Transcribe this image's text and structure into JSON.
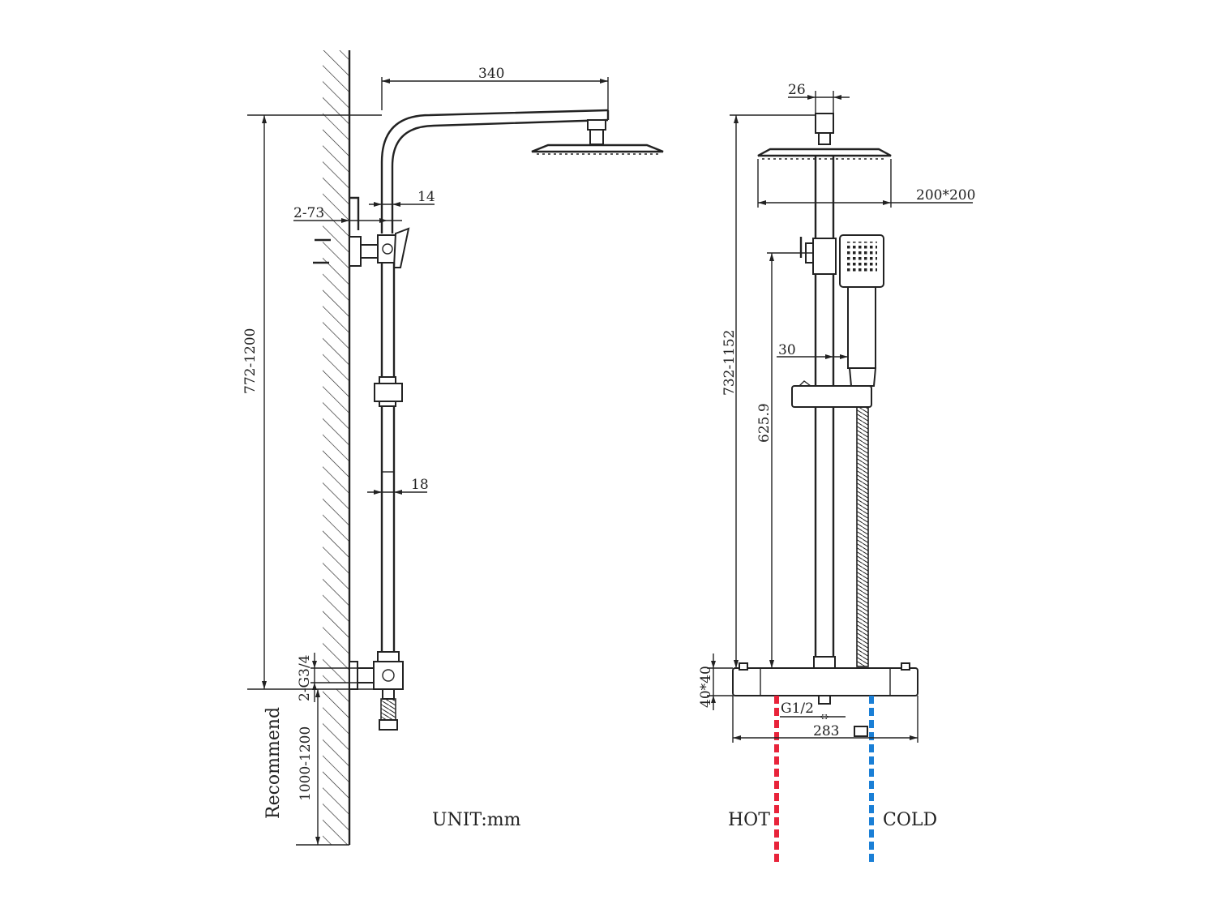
{
  "side_view": {
    "dim_340": "340",
    "dim_14": "14",
    "dim_2_73": "2-73",
    "dim_772_1200": "772-1200",
    "dim_18": "18",
    "dim_2_g34": "2-G3/4",
    "recommend": "Recommend",
    "dim_1000_1200": "1000-1200"
  },
  "unit_label": "UNIT:mm",
  "front_view": {
    "dim_26": "26",
    "dim_200x200": "200*200",
    "dim_732_1152": "732-1152",
    "dim_30": "30",
    "dim_625_9": "625.9",
    "dim_40x40": "40*40",
    "dim_g12": "G1/2",
    "dim_283": "283",
    "hot": "HOT",
    "cold": "COLD"
  },
  "colors": {
    "hot": "#e8233a",
    "cold": "#1a7fd6",
    "line": "#222222"
  }
}
